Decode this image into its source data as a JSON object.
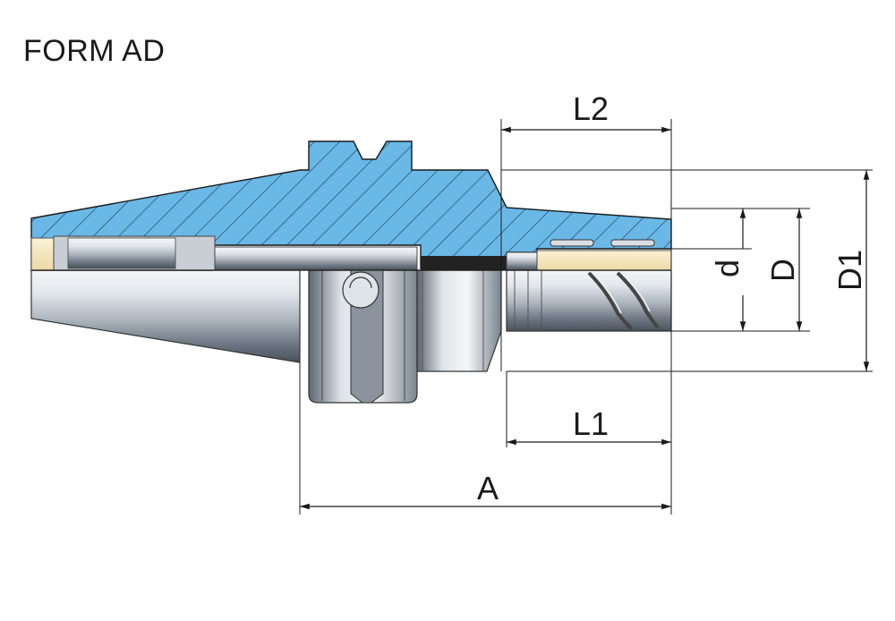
{
  "title": "FORM AD",
  "dimensions": {
    "L2": "L2",
    "L1": "L1",
    "A": "A",
    "d": "d",
    "D": "D",
    "D1": "D1"
  },
  "colors": {
    "section_fill": "#6ab8e6",
    "section_hatch": "#1f3f5f",
    "steel_dark": "#6b7480",
    "steel_light": "#e6ebef",
    "brass": "#f3e3b8",
    "line": "#1a1a1a"
  }
}
